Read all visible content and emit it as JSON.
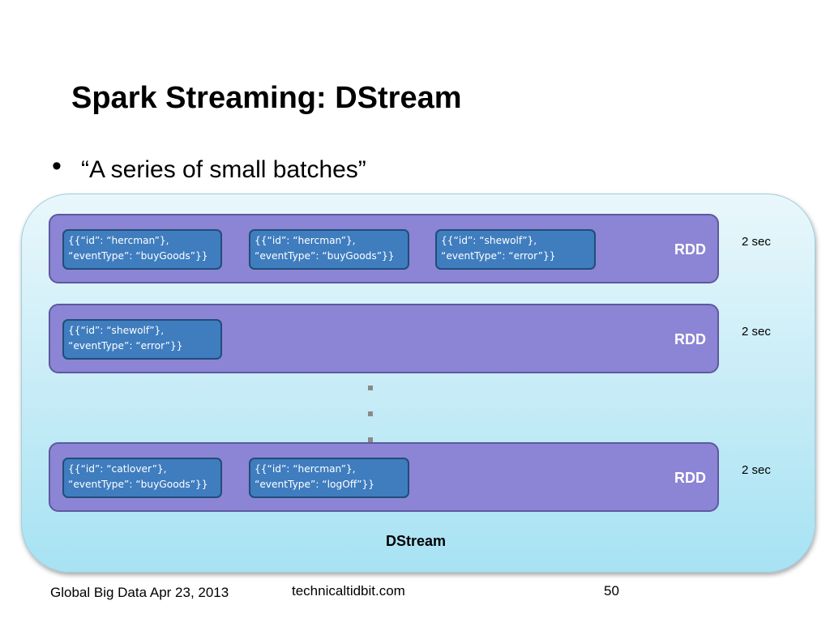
{
  "slide": {
    "title": "Spark Streaming: DStream",
    "bullet": "“A series of small batches”"
  },
  "dstream": {
    "label": "DStream",
    "rdds": [
      {
        "label": "RDD",
        "interval": "2 sec",
        "events": [
          {
            "line1": "{{“id”: “hercman”},",
            "line2": "“eventType”: “buyGoods”}}"
          },
          {
            "line1": "{{“id”: “hercman”},",
            "line2": "“eventType”: “buyGoods”}}"
          },
          {
            "line1": "{{“id”: “shewolf”},",
            "line2": "“eventType”: “error”}}"
          }
        ]
      },
      {
        "label": "RDD",
        "interval": "2 sec",
        "events": [
          {
            "line1": "{{“id”: “shewolf”},",
            "line2": "“eventType”: “error”}}"
          }
        ]
      },
      {
        "label": "RDD",
        "interval": "2 sec",
        "events": [
          {
            "line1": "{{“id”: “catlover”},",
            "line2": "“eventType”: “buyGoods”}}"
          },
          {
            "line1": "{{“id”: “hercman”},",
            "line2": "“eventType”: “logOff”}}"
          }
        ]
      }
    ]
  },
  "footer": {
    "left": "Global Big Data Apr 23, 2013",
    "center": "technicaltidbit.com",
    "page_number": "50"
  }
}
